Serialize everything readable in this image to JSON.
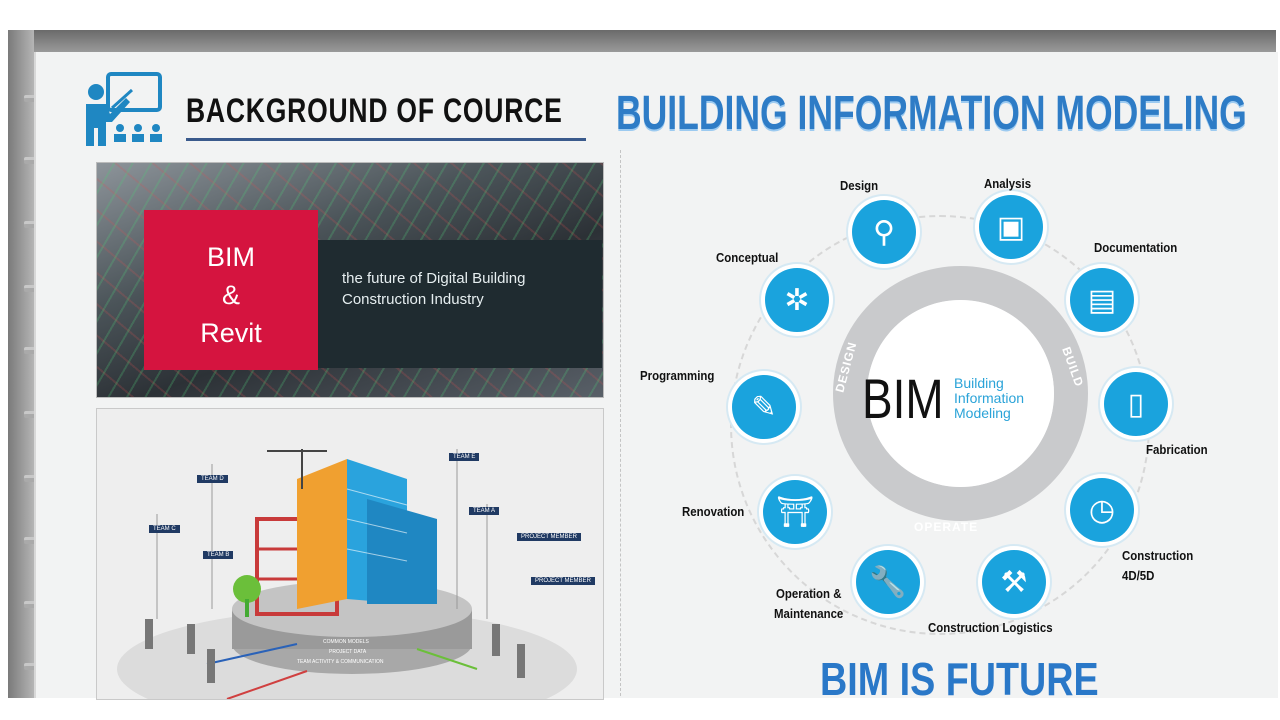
{
  "header": {
    "title": "BACKGROUND OF COURCE",
    "headline": "BUILDING INFORMATION MODELING"
  },
  "card": {
    "title_line1": "BIM",
    "title_line2": "&",
    "title_line3": "Revit",
    "tagline": "the future of Digital Building Construction Industry"
  },
  "diagram": {
    "center_big": "BIM",
    "center_line1": "Building",
    "center_line2": "Information",
    "center_line3": "Modeling",
    "seg_design": "DESIGN",
    "seg_build": "BUILD",
    "seg_operate": "OPERATE",
    "nodes": {
      "design": "Design",
      "analysis": "Analysis",
      "documentation": "Documentation",
      "fabrication": "Fabrication",
      "construction": "Construction",
      "construction2": "4D/5D",
      "logistics": "Construction Logistics",
      "operation1": "Operation &",
      "operation2": "Maintenance",
      "renovation": "Renovation",
      "programming": "Programming",
      "conceptual": "Conceptual"
    }
  },
  "illustration": {
    "team_d": "TEAM D",
    "team_e": "TEAM E",
    "team_c": "TEAM C",
    "team_b": "TEAM B",
    "team_a": "TEAM A",
    "member1": "PROJECT MEMBER",
    "member2": "PROJECT MEMBER",
    "base1": "COMMON MODELS",
    "base2": "PROJECT DATA",
    "base3": "TEAM ACTIVITY & COMMUNICATION"
  },
  "footer": {
    "tagline": "BIM IS FUTURE"
  },
  "colors": {
    "accent_red": "#d5143f",
    "accent_blue": "#1aa3dd",
    "headline_blue": "#2e7cc6"
  }
}
